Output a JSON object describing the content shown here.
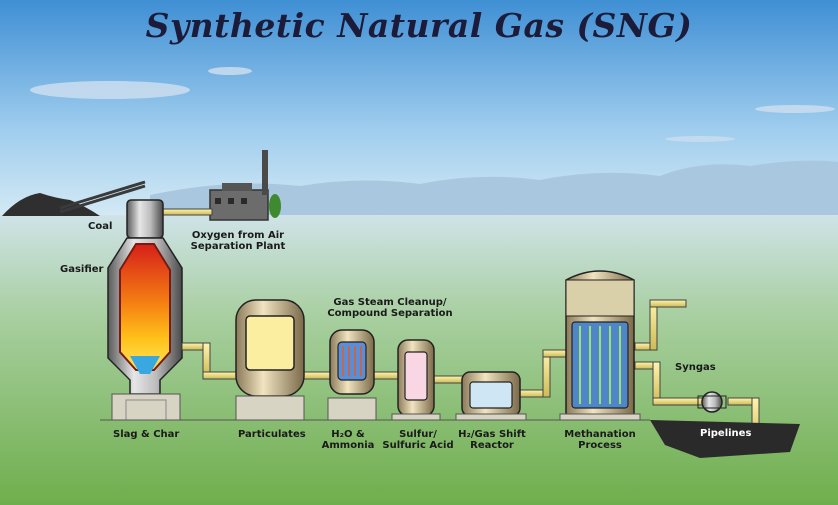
{
  "title": "Synthetic Natural Gas (SNG)",
  "labels": {
    "coal": "Coal",
    "oxygen_plant_line1": "Oxygen from Air",
    "oxygen_plant_line2": "Separation Plant",
    "gasifier": "Gasifier",
    "gas_cleanup_line1": "Gas Steam Cleanup/",
    "gas_cleanup_line2": "Compound Separation",
    "slag_char": "Slag & Char",
    "particulates": "Particulates",
    "h2o_line1": "H₂O &",
    "h2o_line2": "Ammonia",
    "sulfur_line1": "Sulfur/",
    "sulfur_line2": "Sulfuric Acid",
    "shift_line1": "H₂/Gas Shift",
    "shift_line2": "Reactor",
    "methanation_line1": "Methanation",
    "methanation_line2": "Process",
    "syngas": "Syngas",
    "pipelines": "Pipelines"
  },
  "colors": {
    "sky_top": "#3f8fd4",
    "sky_bottom": "#c9e3f2",
    "ground": "#7fb85a",
    "pipe": "#e8dc8a",
    "steel": "#3a3a3a"
  }
}
